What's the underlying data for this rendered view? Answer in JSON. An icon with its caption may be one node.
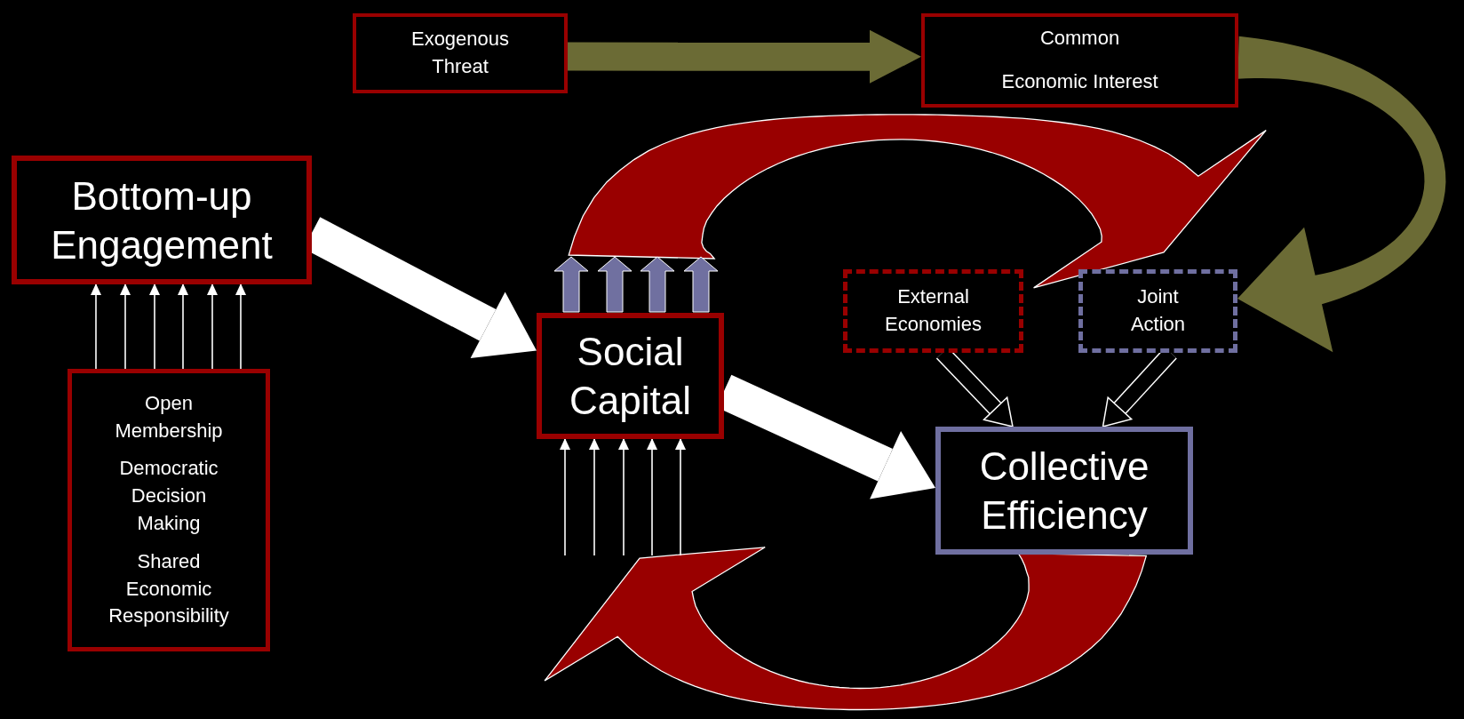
{
  "diagram": {
    "nodes": [
      {
        "text": [
          "Exogenous Threat"
        ]
      },
      {
        "text": [
          "Common",
          "Economic Interest"
        ]
      },
      {
        "text": [
          "Bottom-up Engagement"
        ]
      },
      {
        "text": [
          "Open Membership",
          "Democratic Decision Making",
          "Shared Economic Responsibility"
        ]
      },
      {
        "text": [
          "Social Capital"
        ]
      },
      {
        "text": [
          "External Economies"
        ]
      },
      {
        "text": [
          "Joint Action"
        ]
      },
      {
        "text": [
          "Collective Efficiency"
        ]
      }
    ],
    "edges": [
      {
        "from": 0,
        "to": 1,
        "arrow": "to",
        "style": "thick",
        "color": "#6b6b35"
      },
      {
        "from": 1,
        "to": 6,
        "arrow": "to",
        "style": "thick",
        "color": "#6b6b35"
      },
      {
        "from": 2,
        "to": 4,
        "arrow": "to",
        "style": "thick"
      },
      {
        "from": 4,
        "to": 7,
        "arrow": "to",
        "style": "thick"
      },
      {
        "from": 5,
        "to": 7,
        "arrow": "to",
        "style": "thick"
      },
      {
        "from": 6,
        "to": 7,
        "arrow": "to",
        "style": "thick"
      },
      {
        "from": 4,
        "to": null,
        "arrow": "to",
        "style": "thick",
        "color": "#990000"
      },
      {
        "from": 7,
        "to": null,
        "arrow": "to",
        "style": "thick",
        "color": "#990000"
      },
      {
        "from": 3,
        "to": 2,
        "arrow": "to"
      },
      {
        "from": 3,
        "to": 2,
        "arrow": "to"
      },
      {
        "from": 3,
        "to": 2,
        "arrow": "to"
      },
      {
        "from": 3,
        "to": 2,
        "arrow": "to"
      },
      {
        "from": 3,
        "to": 2,
        "arrow": "to"
      },
      {
        "from": 3,
        "to": 2,
        "arrow": "to"
      },
      {
        "from": null,
        "to": 4,
        "arrow": "to"
      },
      {
        "from": null,
        "to": 4,
        "arrow": "to"
      },
      {
        "from": null,
        "to": 4,
        "arrow": "to"
      },
      {
        "from": null,
        "to": 4,
        "arrow": "to"
      },
      {
        "from": null,
        "to": 4,
        "arrow": "to"
      }
    ]
  }
}
